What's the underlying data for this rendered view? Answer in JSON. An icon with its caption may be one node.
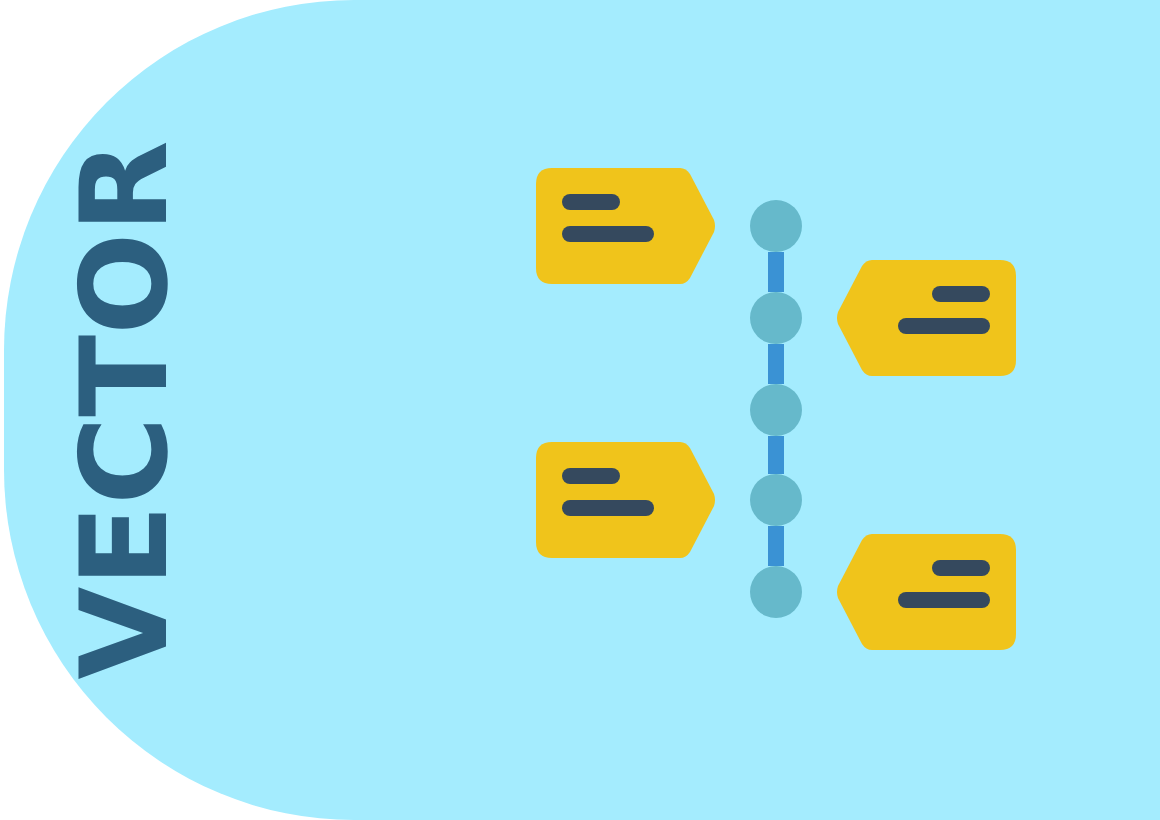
{
  "diagram": {
    "nodes": [
      {
        "text": [
          "VECTOR"
        ]
      },
      {
        "text": [],
        "shape": "tag",
        "in": 0
      },
      {
        "text": [],
        "shape": "circle",
        "in": 0
      },
      {
        "text": [],
        "shape": "tag",
        "in": 0
      },
      {
        "text": [],
        "shape": "circle",
        "in": 0
      },
      {
        "text": [],
        "shape": "circle",
        "in": 0
      },
      {
        "text": [],
        "shape": "tag",
        "in": 0
      },
      {
        "text": [],
        "shape": "circle",
        "in": 0
      },
      {
        "text": [],
        "shape": "tag",
        "in": 0
      },
      {
        "text": [],
        "shape": "circle",
        "in": 0
      }
    ],
    "edges": [
      {
        "from": 2,
        "to": 4,
        "arrow": "none"
      },
      {
        "from": 4,
        "to": 5,
        "arrow": "none"
      },
      {
        "from": 5,
        "to": 7,
        "arrow": "none"
      },
      {
        "from": 7,
        "to": 9,
        "arrow": "none"
      }
    ]
  }
}
